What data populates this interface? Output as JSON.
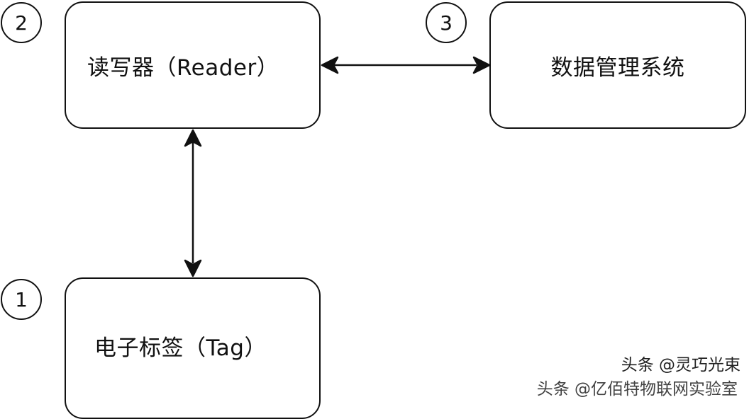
{
  "nodes": {
    "reader": {
      "label": "读写器（Reader）",
      "badge": "2"
    },
    "data_management": {
      "label": "数据管理系统",
      "badge": "3"
    },
    "tag": {
      "label": "电子标签（Tag）",
      "badge": "1"
    }
  },
  "edges": [
    {
      "from": "reader",
      "to": "data_management",
      "direction": "bidirectional"
    },
    {
      "from": "reader",
      "to": "tag",
      "direction": "bidirectional"
    }
  ],
  "watermark": {
    "line1": "头条 @灵巧光束",
    "line2": "头条 @亿佰特物联网实验室"
  },
  "colors": {
    "stroke": "#111111",
    "background": "#ffffff"
  }
}
